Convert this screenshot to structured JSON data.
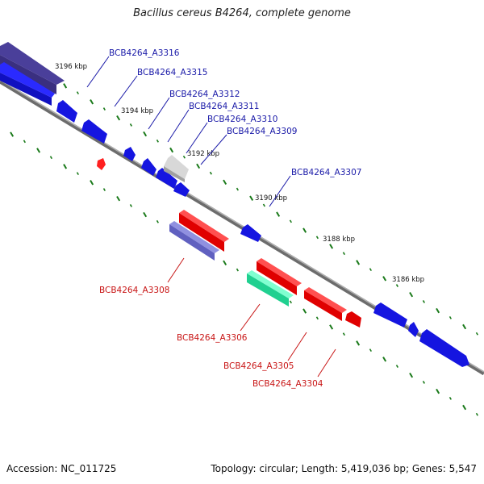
{
  "title": "Bacillus cereus B4264, complete genome",
  "accession": "Accession: NC_011725",
  "topology_text": "Topology: circular; Length: 5,419,036 bp; Genes: 5,547",
  "colors": {
    "forward": "#1f1fd4",
    "reverse": "#e01010",
    "backbone": "#8a8a8a",
    "tick": "#1a7a1a",
    "forward_label": "#1a1aa8",
    "reverse_label": "#c81414",
    "purple": "#6060c0",
    "gray_gene": "#c0c0c0",
    "teal_gene": "#30e0a0"
  },
  "ticks": [
    "3196 kbp",
    "3194 kbp",
    "3192 kbp",
    "3190 kbp",
    "3188 kbp",
    "3186 kbp"
  ],
  "forward_genes": [
    "BCB4264_A3316",
    "BCB4264_A3315",
    "BCB4264_A3312",
    "BCB4264_A3311",
    "BCB4264_A3310",
    "BCB4264_A3309",
    "BCB4264_A3307"
  ],
  "reverse_genes": [
    "BCB4264_A3308",
    "BCB4264_A3306",
    "BCB4264_A3305",
    "BCB4264_A3304"
  ]
}
